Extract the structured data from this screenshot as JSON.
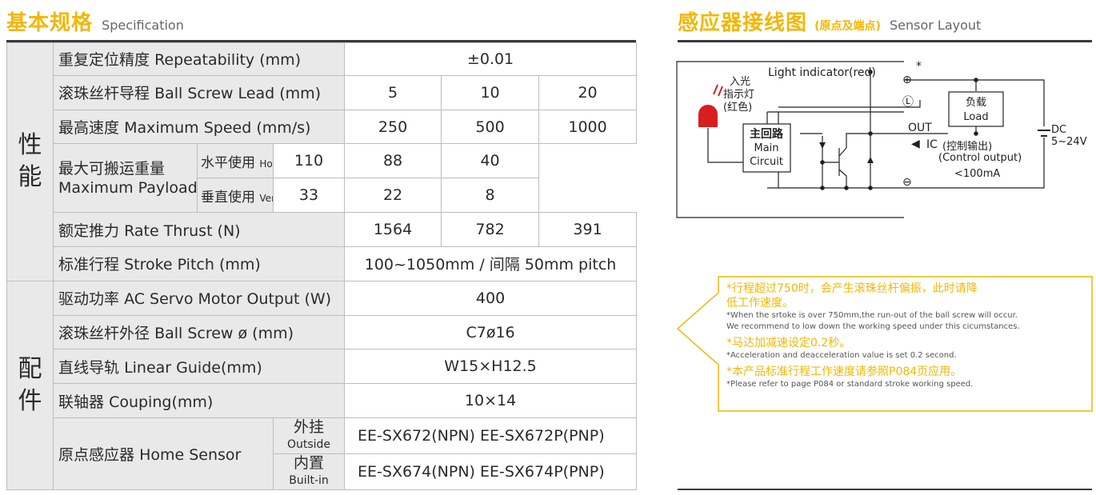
{
  "spec_header": {
    "zh": "基本规格",
    "en": "Specification"
  },
  "sensor_header": {
    "zh": "感应器接线图",
    "paren": "(原点及端点)",
    "en": "Sensor Layout"
  },
  "table": {
    "group_performance": [
      "性",
      "能"
    ],
    "group_parts": [
      "配",
      "件"
    ],
    "repeatability": {
      "label_zh": "重复定位精度",
      "label_en": "Repeatability (mm)",
      "value": "±0.01"
    },
    "lead": {
      "label_zh": "滚珠丝杆导程",
      "label_en": "Ball Screw Lead (mm)",
      "values": [
        "5",
        "10",
        "20"
      ]
    },
    "speed": {
      "label_zh": "最高速度",
      "label_en": "Maximum Speed (mm/s)",
      "values": [
        "250",
        "500",
        "1000"
      ]
    },
    "payload": {
      "label_zh": "最大可搬运重量",
      "label_en": "Maximum Payload",
      "horizontal_zh": "水平使用",
      "horizontal_en": "Horizontal(kg)",
      "horizontal": [
        "110",
        "88",
        "40"
      ],
      "vertical_zh": "垂直使用",
      "vertical_en": "Vertical(kg)",
      "vertical": [
        "33",
        "22",
        "8"
      ]
    },
    "thrust": {
      "label_zh": "额定推力",
      "label_en": "Rate Thrust (N)",
      "values": [
        "1564",
        "782",
        "391"
      ]
    },
    "stroke": {
      "label_zh": "标准行程",
      "label_en": "Stroke Pitch (mm)",
      "value": "100~1050mm / 间隔 50mm pitch"
    },
    "motor": {
      "label_zh": "驱动功率",
      "label_en": "AC Servo Motor Output (W)",
      "value": "400"
    },
    "screw_od": {
      "label_zh": "滚珠丝杆外径",
      "label_en": "Ball Screw ø (mm)",
      "value": "C7ø16"
    },
    "guide": {
      "label_zh": "直线导轨",
      "label_en": "Linear Guide(mm)",
      "value": "W15×H12.5"
    },
    "coupling": {
      "label_zh": "联轴器",
      "label_en": "Couping(mm)",
      "value": "10×14"
    },
    "home_sensor": {
      "label_zh": "原点感应器",
      "label_en": "Home Sensor",
      "outside_zh": "外挂",
      "outside_en": "Outside",
      "outside_value": "EE-SX672(NPN)  EE-SX672P(PNP)",
      "builtin_zh": "内置",
      "builtin_en": "Built-in",
      "builtin_value": "EE-SX674(NPN)  EE-SX674P(PNP)"
    }
  },
  "diagram": {
    "light_indicator": "Light indicator(red)",
    "incident_zh_1": "入光",
    "incident_zh_2": "指示灯",
    "incident_zh_3": "(红色)",
    "star": "*",
    "main_zh": "主回路",
    "main_en_1": "Main",
    "main_en_2": "Circuit",
    "load_zh": "负载",
    "load_en": "Load",
    "out": "OUT",
    "ic": "IC",
    "control_zh": "(控制输出)",
    "control_en": "(Control output)",
    "current": "<100mA",
    "dc": "DC",
    "voltage": "5~24V",
    "plus": "⊕",
    "l_terminal": "Ⓛ",
    "minus": "⊖"
  },
  "notes": [
    {
      "zh": "*行程超过750时，会产生滚珠丝杆偏振，此时请降",
      "zh2": " 低工作速度。",
      "en": "*When the srtoke is over 750mm,the run-out of the ball screw will occur.",
      "en2": " We recommend to low down the working speed under this cicumstances."
    },
    {
      "zh": "*马达加减速设定0.2秒。",
      "en": "*Acceleration and deacceleration value is set 0.2 second."
    },
    {
      "zh": "*本产品标准行程工作速度请参照P084页应用。",
      "en": "*Please refer to page P084 or standard stroke working speed."
    }
  ],
  "colors": {
    "accent": "#f2b705",
    "header_bg": "#e9e9e9",
    "indicator": "#d81e1e"
  }
}
